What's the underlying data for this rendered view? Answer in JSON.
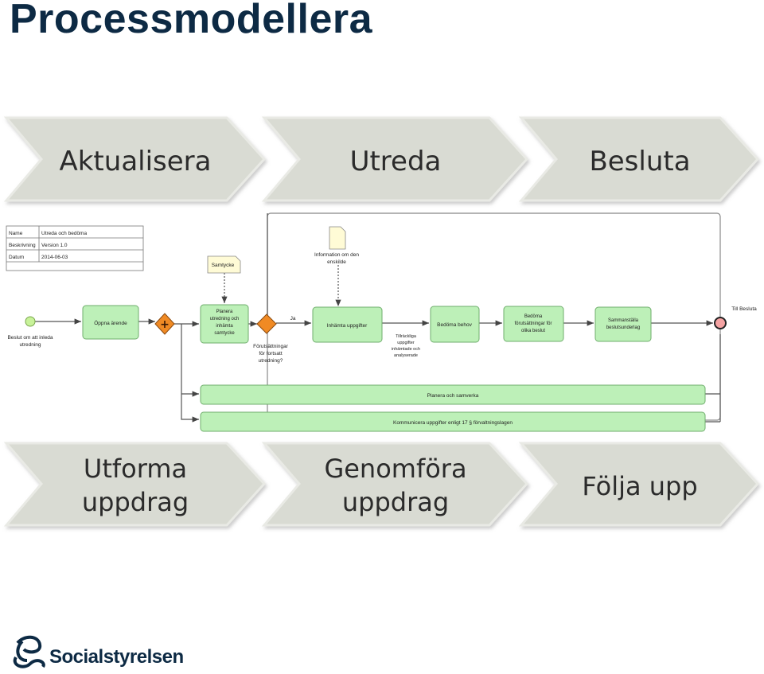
{
  "title": "Processmodellera",
  "phases_top": [
    "Aktualisera",
    "Utreda",
    "Besluta"
  ],
  "phases_bottom": [
    [
      "Utforma",
      "uppdrag"
    ],
    [
      "Genomföra",
      "uppdrag"
    ],
    [
      "Följa upp"
    ]
  ],
  "info_table": [
    {
      "label": "Name",
      "value": "Utreda och bedöma"
    },
    {
      "label": "Beskrivning",
      "value": "Version 1.0"
    },
    {
      "label": "Datum",
      "value": "2014-06-03"
    }
  ],
  "process": {
    "start_event": [
      "Beslut om att inleda",
      "utredning"
    ],
    "task_open": "Öppna ärende",
    "doc_consent": "Samtycke",
    "task_plan": [
      "Planera",
      "utredning och",
      "inhämta",
      "samtycke"
    ],
    "doc_info": [
      "Information om den",
      "enskilde"
    ],
    "gateway_label": [
      "Förutsättningar",
      "för fortsatt",
      "utredning?"
    ],
    "gateway_yes": "Ja",
    "task_collect": "Inhämta uppgifter",
    "collect_note": [
      "Tillräckliga",
      "uppgifter",
      "inhämtade och",
      "analyserade"
    ],
    "task_assess": "Bedöma behov",
    "task_conditions": [
      "Bedöma",
      "förutsättningar för",
      "olika beslut"
    ],
    "task_compile": [
      "Sammanställa",
      "beslutsunderlag"
    ],
    "end_event": "Till Besluta",
    "lane_plan": "Planera och samverka",
    "lane_communicate": "Kommunicera uppgifter enligt 17 § förvaltningslagen"
  },
  "logo": {
    "name": "Socialstyrelsen",
    "mark": "logo-mark"
  },
  "colors": {
    "title": "#0d2a44",
    "chevron_fill": "#d9dbd3",
    "task_fill": "#bdf0b8",
    "task_stroke": "#6fae6c",
    "gateway_orange": "#f08a24",
    "start_green": "#c8f29a",
    "end_red": "#f5a3a3"
  }
}
